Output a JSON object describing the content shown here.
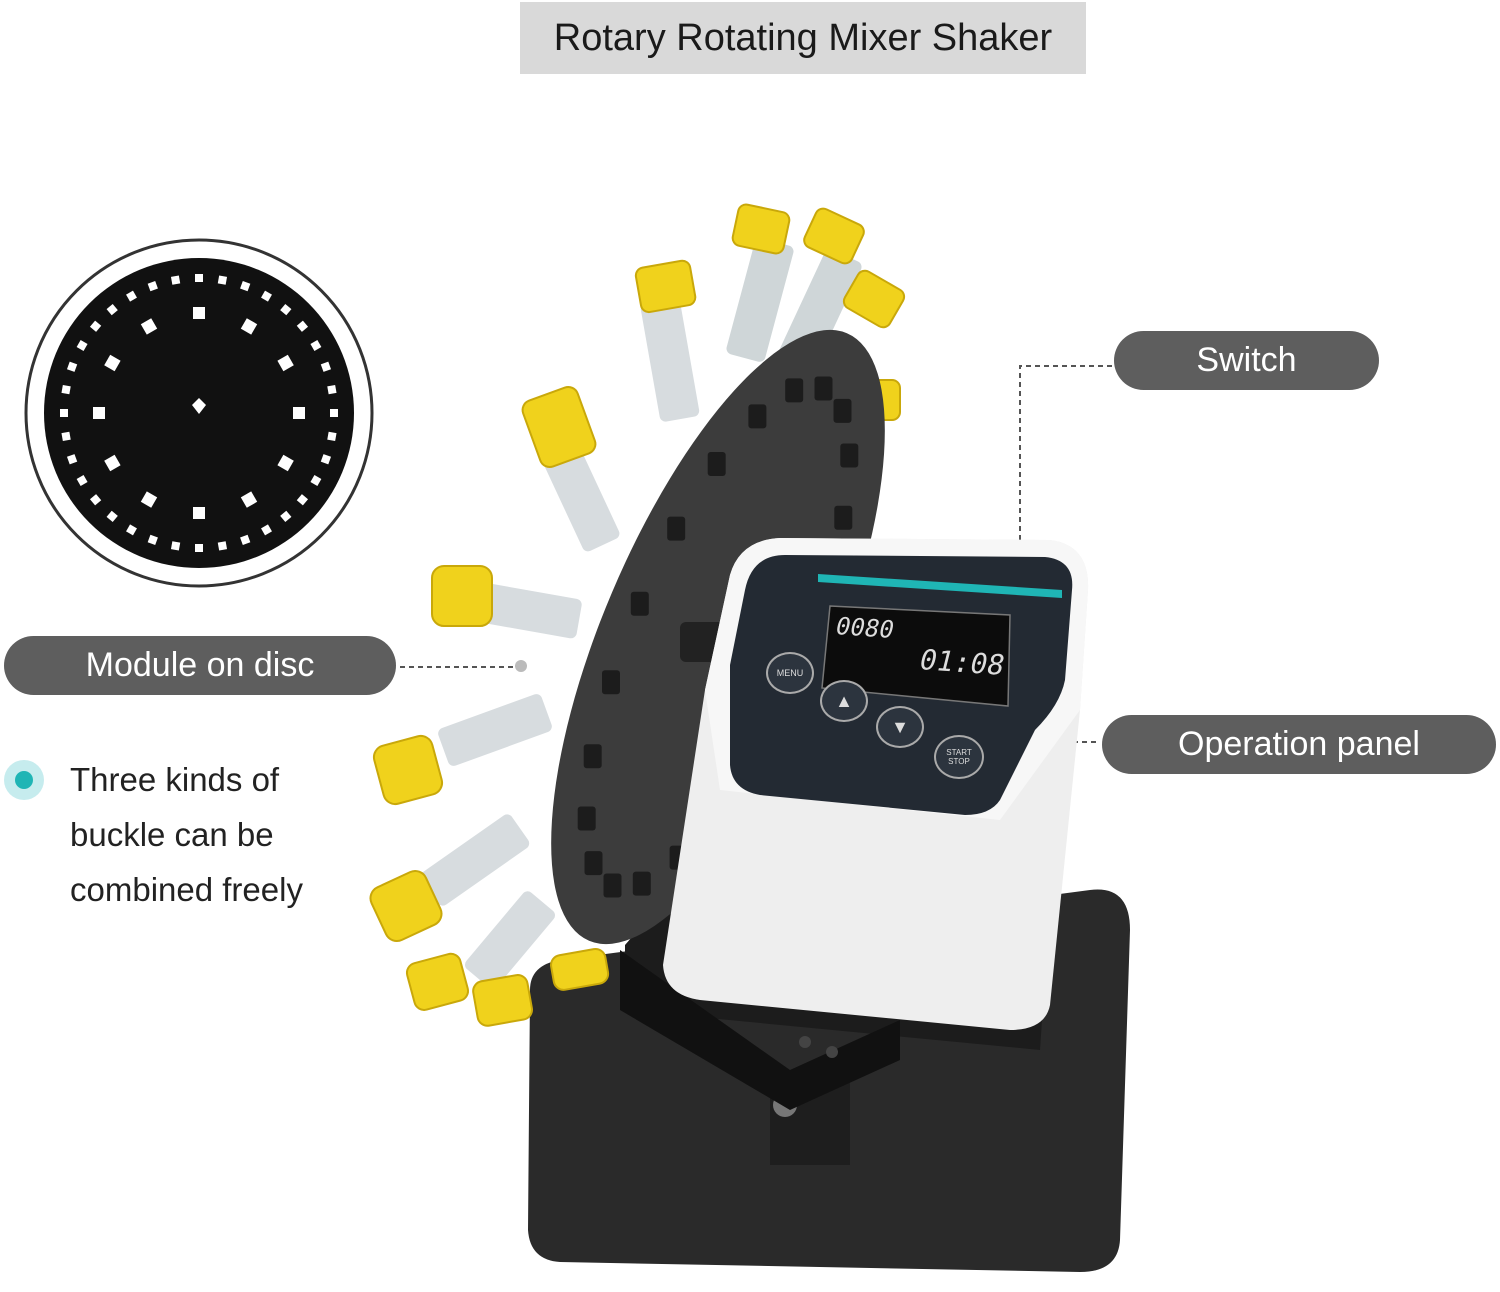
{
  "title": "Rotary Rotating Mixer Shaker",
  "callouts": {
    "switch": "Switch",
    "module_on_disc": "Module on disc",
    "operation_panel": "Operation panel"
  },
  "feature_note": "Three kinds of buckle can be combined freely",
  "display": {
    "speed": "0080",
    "time": "01:08"
  },
  "buttons": {
    "menu": "MENU",
    "start_stop": "START STOP"
  },
  "colors": {
    "tube_cap": "#f0d21c",
    "disc": "#3a3a3a",
    "accent": "#1fb5b5",
    "label_pill": "#5e5e5e"
  }
}
